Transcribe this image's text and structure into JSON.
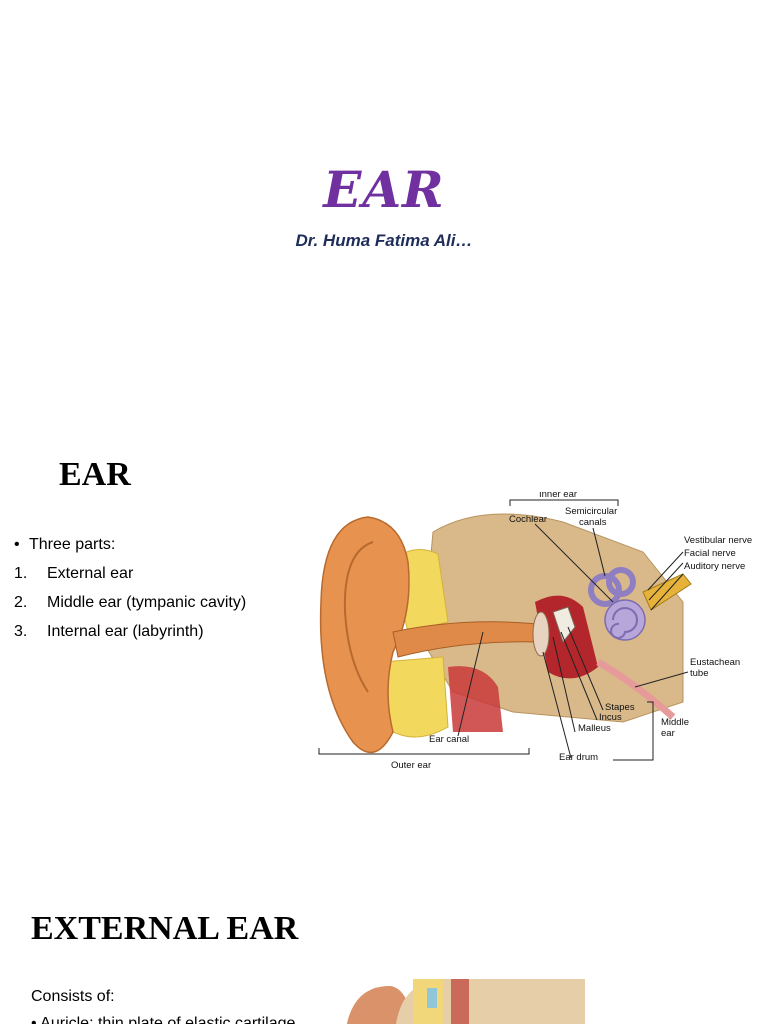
{
  "slide1": {
    "title": "EAR",
    "subtitle": "Dr. Huma Fatima Ali…"
  },
  "slide2": {
    "title": "EAR",
    "intro": "Three parts:",
    "items": [
      {
        "num": "1.",
        "text": "External ear"
      },
      {
        "num": "2.",
        "text": "Middle ear (tympanic cavity)"
      },
      {
        "num": "3.",
        "text": "Internal ear (labyrinth)"
      }
    ],
    "diagram_labels": {
      "inner_ear": "Inner ear",
      "cochlear": "Cochlear",
      "semicircular_1": "Semicircular",
      "semicircular_2": "canals",
      "vestibular_nerve": "Vestibular nerve",
      "facial_nerve": "Facial nerve",
      "auditory_nerve": "Auditory nerve",
      "eustachean_1": "Eustachean",
      "eustachean_2": "tube",
      "stapes": "Stapes",
      "incus": "Incus",
      "malleus": "Malleus",
      "middle_ear_1": "Middle",
      "middle_ear_2": "ear",
      "ear_canal": "Ear canal",
      "ear_drum": "Ear drum",
      "outer_ear": "Outer ear"
    }
  },
  "slide3": {
    "title": "EXTERNAL EAR",
    "subtitle": "Consists of:",
    "bullet": "Auricle: thin plate of elastic cartilage"
  },
  "colors": {
    "title_purple": "#7030a0",
    "subtitle_navy": "#1f2d5a",
    "skin": "#e8924f",
    "bone": "#d9b98a",
    "fat": "#f2d85c",
    "cochlea": "#b7a6d9"
  }
}
